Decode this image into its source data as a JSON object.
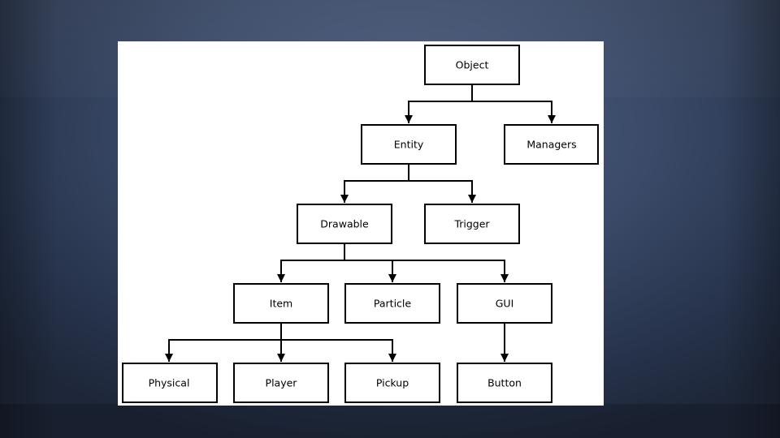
{
  "diagram": {
    "colors": {
      "background": "#3a4a68",
      "panel": "#ffffff",
      "stroke": "#000000",
      "text": "#000000"
    },
    "nodes": [
      {
        "id": "object",
        "label": "Object"
      },
      {
        "id": "entity",
        "label": "Entity"
      },
      {
        "id": "managers",
        "label": "Managers"
      },
      {
        "id": "drawable",
        "label": "Drawable"
      },
      {
        "id": "trigger",
        "label": "Trigger"
      },
      {
        "id": "item",
        "label": "Item"
      },
      {
        "id": "particle",
        "label": "Particle"
      },
      {
        "id": "gui",
        "label": "GUI"
      },
      {
        "id": "physical",
        "label": "Physical"
      },
      {
        "id": "player",
        "label": "Player"
      },
      {
        "id": "pickup",
        "label": "Pickup"
      },
      {
        "id": "button",
        "label": "Button"
      }
    ],
    "edges": [
      {
        "from": "object",
        "to": "entity"
      },
      {
        "from": "object",
        "to": "managers"
      },
      {
        "from": "entity",
        "to": "drawable"
      },
      {
        "from": "entity",
        "to": "trigger"
      },
      {
        "from": "drawable",
        "to": "item"
      },
      {
        "from": "drawable",
        "to": "particle"
      },
      {
        "from": "drawable",
        "to": "gui"
      },
      {
        "from": "item",
        "to": "physical"
      },
      {
        "from": "item",
        "to": "player"
      },
      {
        "from": "item",
        "to": "pickup"
      },
      {
        "from": "gui",
        "to": "button"
      }
    ]
  }
}
